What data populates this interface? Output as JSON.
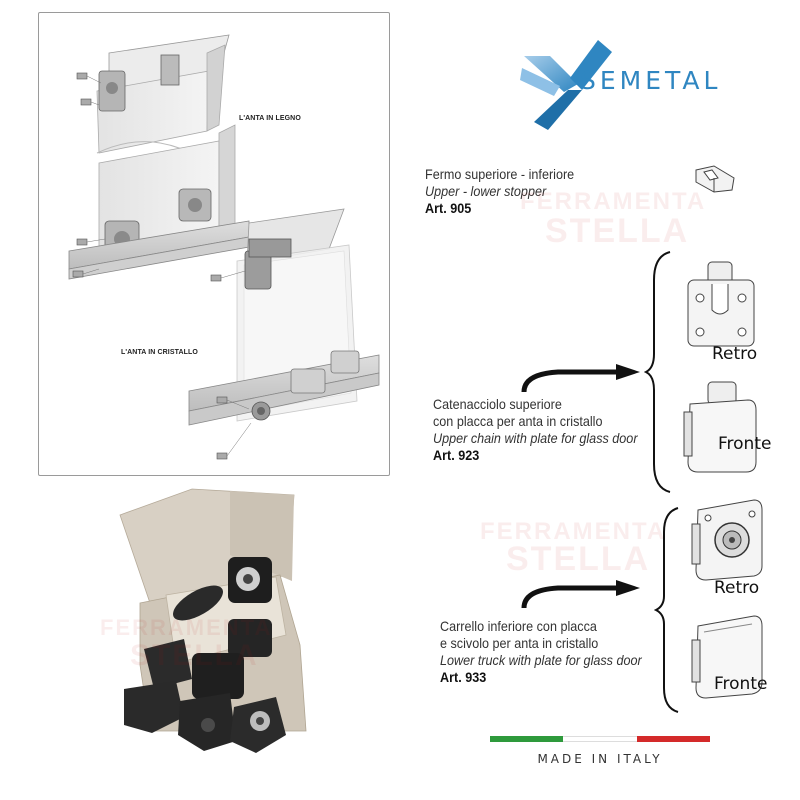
{
  "brand": {
    "name": "SEMETAL",
    "colors": {
      "blue": "#2f86c1",
      "light_blue": "#7fb7e0"
    }
  },
  "drawing": {
    "caption_wood": "L'ANTA IN LEGNO",
    "caption_glass": "L'ANTA IN CRISTALLO"
  },
  "watermark": {
    "line1": "FERRAMENTA",
    "line2": "STELLA"
  },
  "products": [
    {
      "it": "Fermo superiore - inferiore",
      "en": "Upper - lower stopper",
      "art": "Art. 905",
      "icon": "stopper-icon"
    },
    {
      "it_1": "Catenacciolo superiore",
      "it_2": "con placca per anta in cristallo",
      "en": "Upper chain with plate for glass door",
      "art": "Art. 923",
      "retro_label": "Retro",
      "fronte_label": "Fronte"
    },
    {
      "it_1": "Carrello inferiore con placca",
      "it_2": "e scivolo per anta in cristallo",
      "en": "Lower truck with plate for glass door",
      "art": "Art. 933",
      "retro_label": "Retro",
      "fronte_label": "Fronte"
    }
  ],
  "footer": {
    "made_in": "MADE IN ITALY",
    "flag_colors": [
      "#2e9a3c",
      "#ffffff",
      "#d42a2a"
    ]
  }
}
